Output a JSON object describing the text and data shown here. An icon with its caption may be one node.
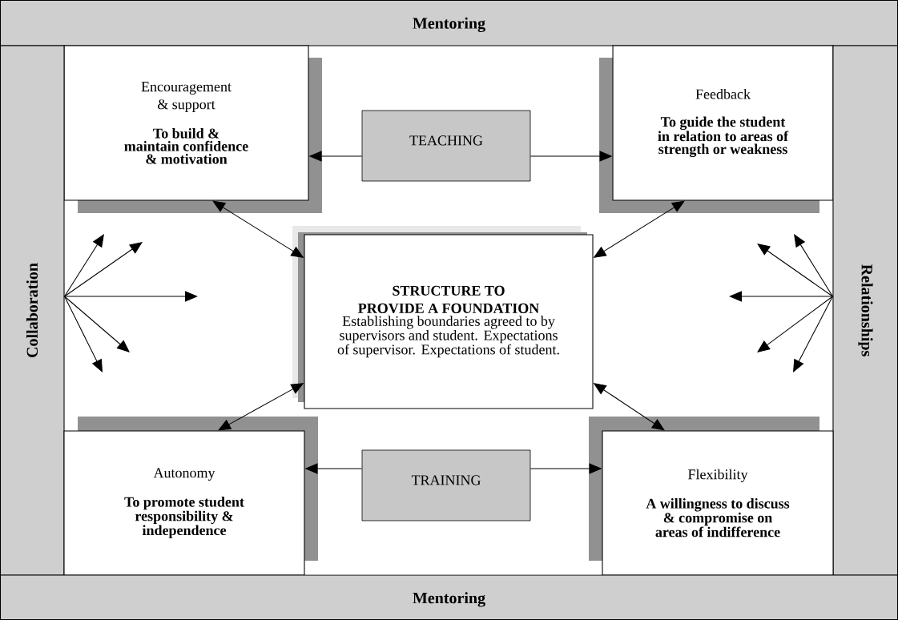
{
  "diagram": {
    "nodes": [
      {
        "text": [
          "Mentoring"
        ]
      },
      {
        "text": [
          "Encouragement & support",
          "To build & maintain confidence & motivation"
        ]
      },
      {
        "text": [
          "TEACHING"
        ]
      },
      {
        "text": [
          "Feedback",
          "To guide the student in relation to areas of strength or weakness"
        ]
      },
      {
        "text": [
          "Collaboration"
        ]
      },
      {
        "text": [
          "STRUCTURE TO PROVIDE A FOUNDATION",
          "Establishing boundaries agreed to by supervisors and student. Expectations of supervisor. Expectations of student."
        ]
      },
      {
        "text": [
          "Relationships"
        ]
      },
      {
        "text": [
          "Autonomy",
          "To promote student responsibility & independence"
        ]
      },
      {
        "text": [
          "TRAINING"
        ]
      },
      {
        "text": [
          "Flexibility",
          "A willingness to discuss & compromise on areas of indifference"
        ]
      },
      {
        "text": [
          "Mentoring"
        ]
      }
    ],
    "edges": [
      {
        "from": 2,
        "to": 1,
        "arrow": "to"
      },
      {
        "from": 2,
        "to": 3,
        "arrow": "to"
      },
      {
        "from": 1,
        "to": 5,
        "arrow": "both"
      },
      {
        "from": 3,
        "to": 5,
        "arrow": "both"
      },
      {
        "from": 5,
        "to": 7,
        "arrow": "both"
      },
      {
        "from": 5,
        "to": 9,
        "arrow": "both"
      },
      {
        "from": 8,
        "to": 7,
        "arrow": "to"
      },
      {
        "from": 8,
        "to": 9,
        "arrow": "to"
      },
      {
        "from": 4,
        "to": null,
        "arrow": "to"
      },
      {
        "from": 4,
        "to": null,
        "arrow": "to"
      },
      {
        "from": 4,
        "to": null,
        "arrow": "to"
      },
      {
        "from": 4,
        "to": null,
        "arrow": "to"
      },
      {
        "from": 4,
        "to": null,
        "arrow": "to"
      },
      {
        "from": 6,
        "to": null,
        "arrow": "to"
      },
      {
        "from": 6,
        "to": null,
        "arrow": "to"
      },
      {
        "from": 6,
        "to": null,
        "arrow": "to"
      },
      {
        "from": 6,
        "to": null,
        "arrow": "to"
      },
      {
        "from": 6,
        "to": null,
        "arrow": "to"
      }
    ]
  }
}
